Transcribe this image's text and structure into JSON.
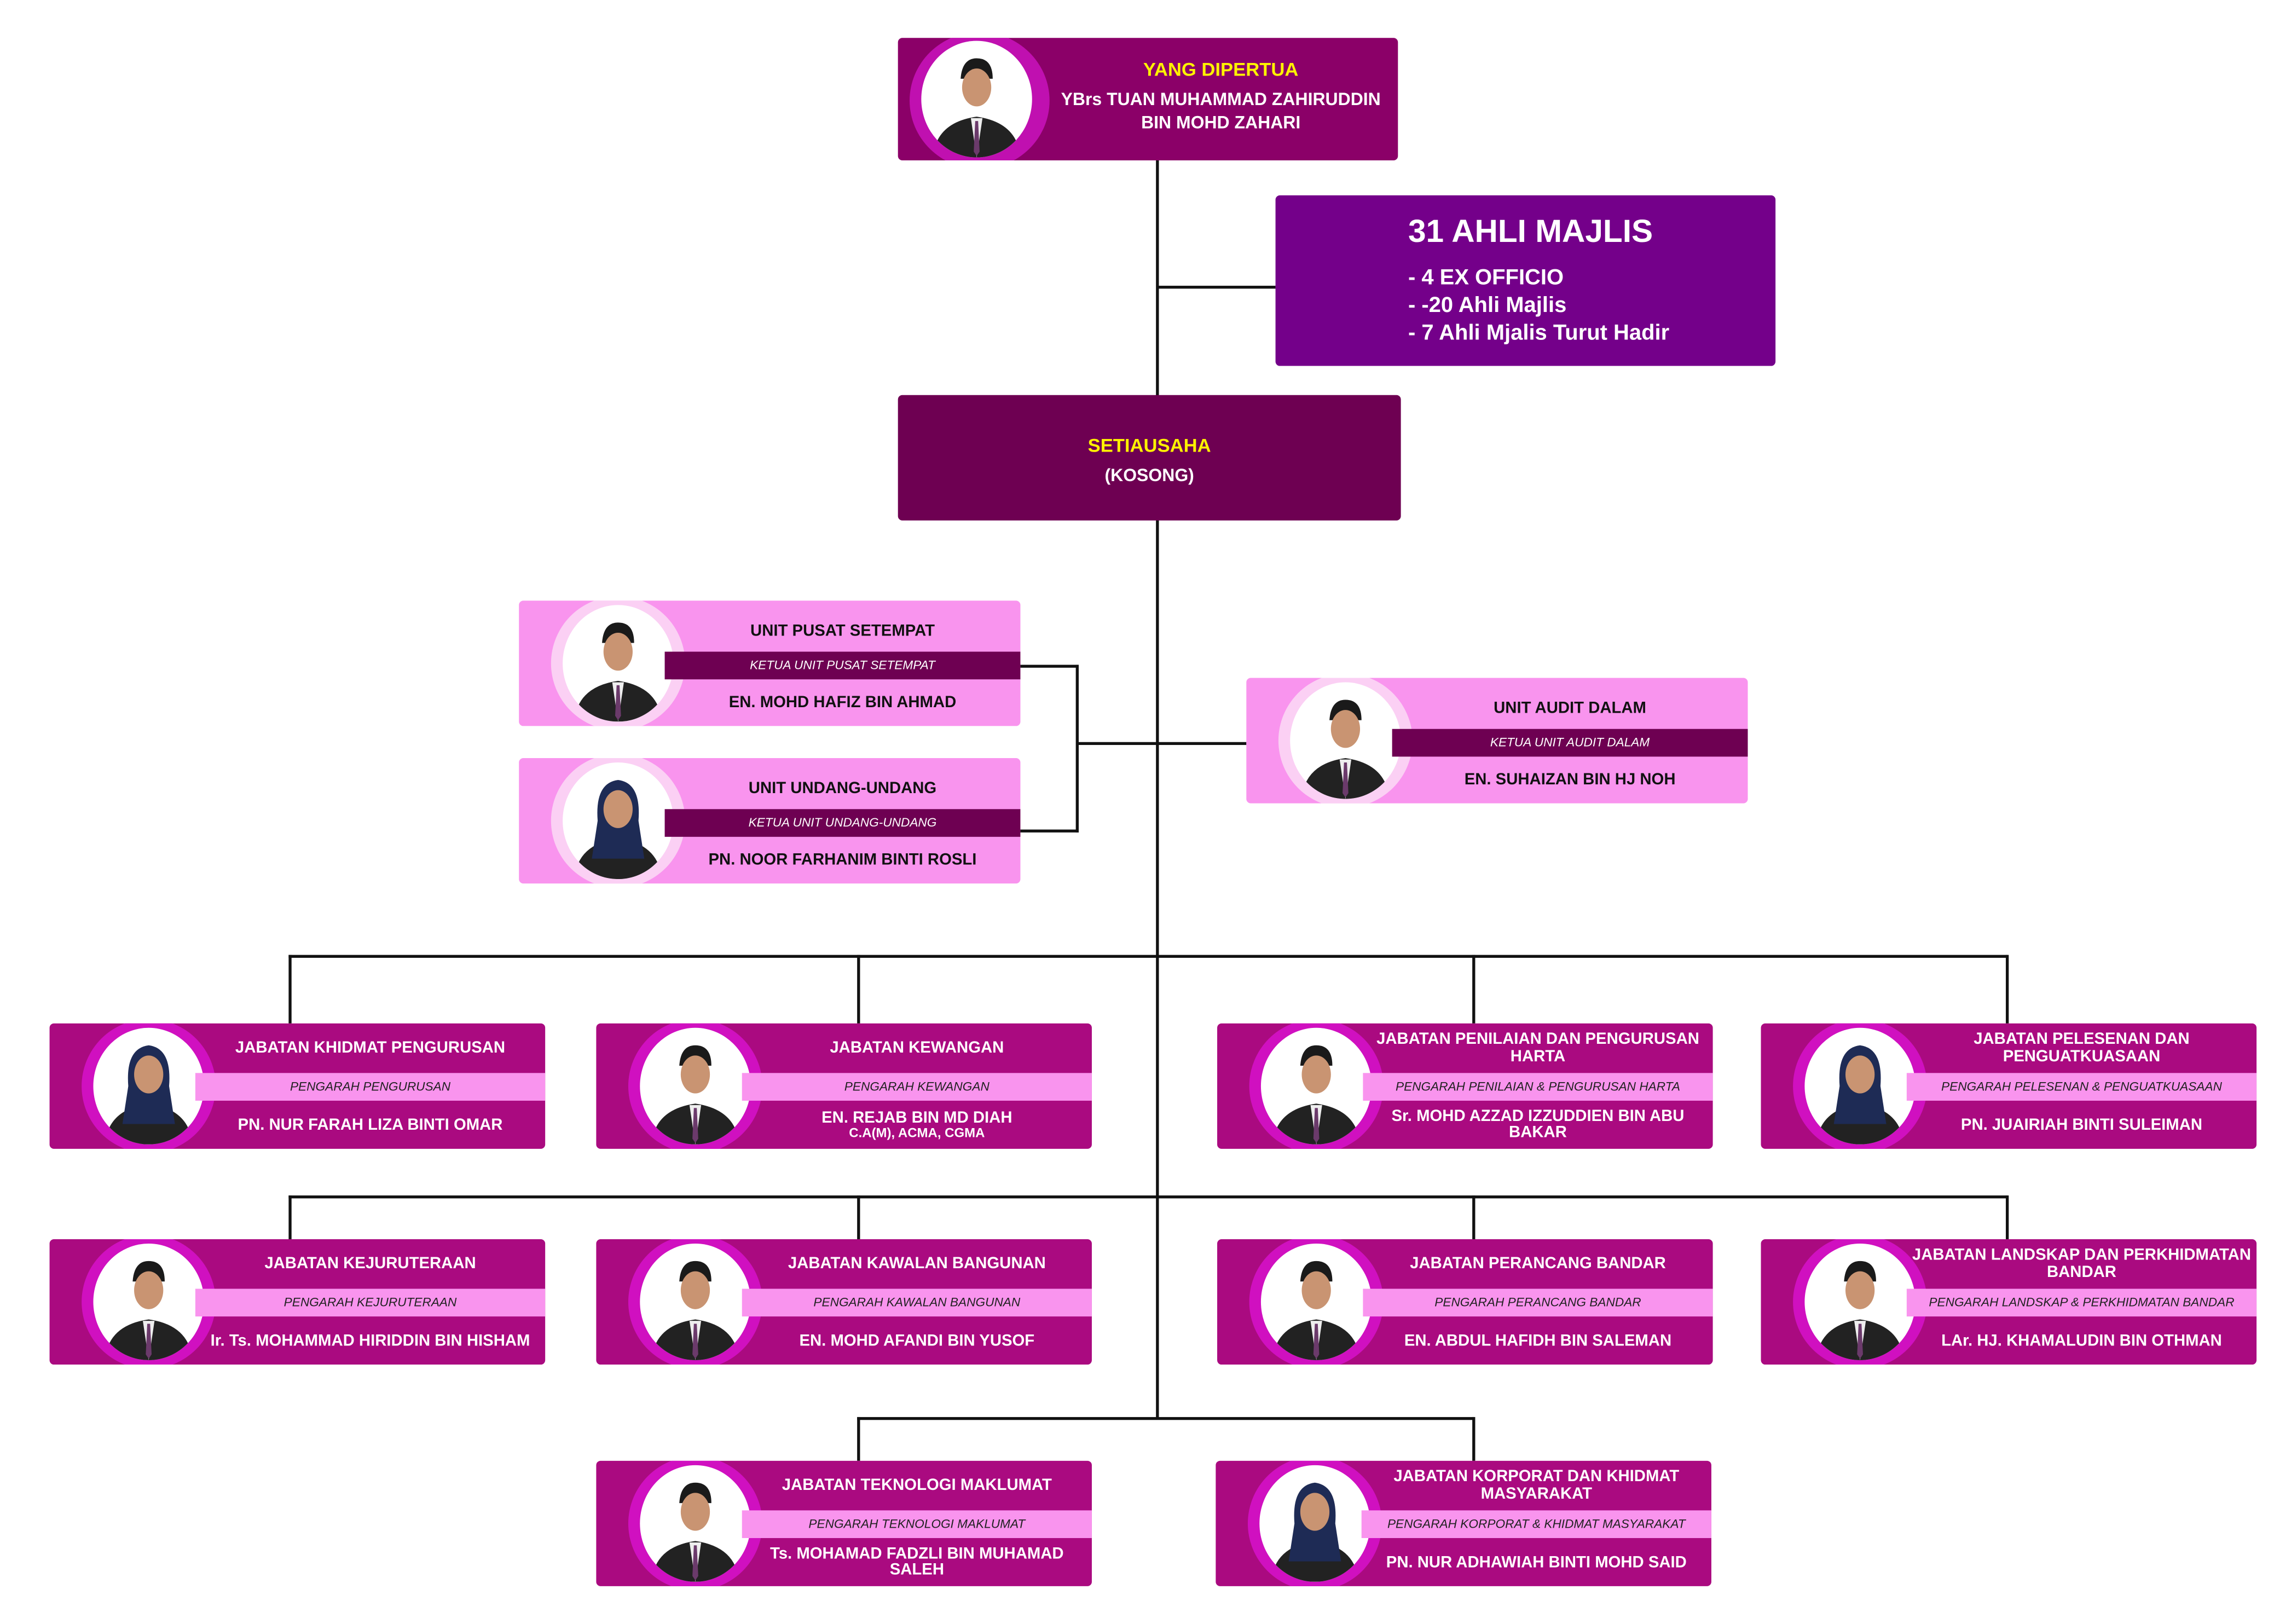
{
  "yang_dipertua": {
    "title": "YANG DIPERTUA",
    "name_line1": "YBrs TUAN MUHAMMAD ZAHIRUDDIN",
    "name_line2": "BIN  MOHD ZAHARI"
  },
  "ahli_majlis": {
    "title": "31 AHLI MAJLIS",
    "items": [
      "-  4 EX OFFICIO",
      "-  -20 Ahli Majlis",
      "-  7 Ahli Mjalis Turut Hadir"
    ]
  },
  "setiausaha": {
    "title": "SETIAUSAHA",
    "status": "(KOSONG)"
  },
  "units": [
    {
      "title": "UNIT PUSAT SETEMPAT",
      "role": "KETUA UNIT PUSAT SETEMPAT",
      "name": "EN. MOHD HAFIZ BIN AHMAD",
      "gender": "m"
    },
    {
      "title": "UNIT UNDANG-UNDANG",
      "role": "KETUA UNIT UNDANG-UNDANG",
      "name": "PN. NOOR FARHANIM BINTI ROSLI",
      "gender": "f"
    },
    {
      "title": "UNIT AUDIT DALAM",
      "role": "KETUA UNIT AUDIT DALAM",
      "name": "EN. SUHAIZAN BIN HJ NOH",
      "gender": "m"
    }
  ],
  "departments": [
    {
      "title": "JABATAN KHIDMAT PENGURUSAN",
      "role": "PENGARAH PENGURUSAN",
      "name": "PN. NUR FARAH LIZA BINTI OMAR",
      "gender": "f"
    },
    {
      "title": "JABATAN KEWANGAN",
      "role": "PENGARAH KEWANGAN",
      "name": "EN. REJAB BIN MD DIAH",
      "name_sub": "C.A(M), ACMA, CGMA",
      "gender": "m"
    },
    {
      "title": "JABATAN PENILAIAN DAN PENGURUSAN HARTA",
      "role": "PENGARAH PENILAIAN & PENGURUSAN HARTA",
      "name": "Sr. MOHD AZZAD IZZUDDIEN BIN ABU BAKAR",
      "gender": "m"
    },
    {
      "title": "JABATAN PELESENAN DAN PENGUATKUASAAN",
      "role": "PENGARAH PELESENAN & PENGUATKUASAAN",
      "name": "PN. JUAIRIAH BINTI SULEIMAN",
      "gender": "f"
    },
    {
      "title": "JABATAN KEJURUTERAAN",
      "role": "PENGARAH KEJURUTERAAN",
      "name": "Ir. Ts. MOHAMMAD HIRIDDIN BIN HISHAM",
      "gender": "m"
    },
    {
      "title": "JABATAN KAWALAN BANGUNAN",
      "role": "PENGARAH KAWALAN BANGUNAN",
      "name": "EN. MOHD AFANDI BIN YUSOF",
      "gender": "m"
    },
    {
      "title": "JABATAN PERANCANG BANDAR",
      "role": "PENGARAH PERANCANG BANDAR",
      "name": "EN. ABDUL HAFIDH BIN SALEMAN",
      "gender": "m"
    },
    {
      "title": "JABATAN LANDSKAP DAN PERKHIDMATAN BANDAR",
      "role": "PENGARAH LANDSKAP & PERKHIDMATAN BANDAR",
      "name": "LAr. HJ. KHAMALUDIN BIN OTHMAN",
      "gender": "m"
    },
    {
      "title": "JABATAN TEKNOLOGI MAKLUMAT",
      "role": "PENGARAH TEKNOLOGI MAKLUMAT",
      "name": "Ts. MOHAMAD FADZLI BIN MUHAMAD SALEH",
      "gender": "m"
    },
    {
      "title": "JABATAN KORPORAT DAN KHIDMAT MASYARAKAT",
      "role": "PENGARAH KORPORAT & KHIDMAT MASYARAKAT",
      "name": "PN. NUR ADHAWIAH BINTI MOHD SAID",
      "gender": "f"
    }
  ],
  "colors": {
    "top": "#8B0068",
    "ahli": "#74008A",
    "setiausaha": "#6E0052",
    "department": "#AA0A80",
    "pink": "#F994EE",
    "highlight": "#FFF200"
  }
}
